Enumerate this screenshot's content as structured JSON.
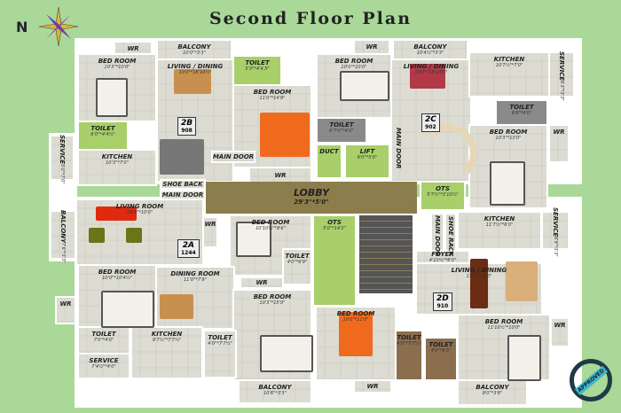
{
  "title": "Second Floor Plan",
  "compass": {
    "label": "N",
    "icon": "compass-rose-icon"
  },
  "lobby": {
    "name": "LOBBY",
    "size": "29'3\"*5'0\""
  },
  "units": [
    {
      "id": "2B",
      "area": "908"
    },
    {
      "id": "2C",
      "area": "902"
    },
    {
      "id": "2A",
      "area": "1244"
    },
    {
      "id": "2D",
      "area": "910"
    }
  ],
  "rooms": [
    {
      "name": "WR",
      "size": ""
    },
    {
      "name": "BED ROOM",
      "size": "10'3\"*10'0\""
    },
    {
      "name": "BALCONY",
      "size": "10'0\"*3'3\""
    },
    {
      "name": "LIVING / DINING",
      "size": "10'0\"*18'10½\""
    },
    {
      "name": "TOILET",
      "size": "5'3\"*4'4.5\""
    },
    {
      "name": "BED ROOM",
      "size": "11'0\"*14'9\""
    },
    {
      "name": "TOILET",
      "size": "6'0\"*4'4½\""
    },
    {
      "name": "KITCHEN",
      "size": "10'3\"*7'0\""
    },
    {
      "name": "WR",
      "size": ""
    },
    {
      "name": "SERVICE",
      "size": "5'0\"*7'0\""
    },
    {
      "name": "MAIN DOOR",
      "size": ""
    },
    {
      "name": "SHOE BACK",
      "size": ""
    },
    {
      "name": "MAIN DOOR",
      "size": ""
    },
    {
      "name": "WR",
      "size": ""
    },
    {
      "name": "BALCONY",
      "size": "10'4½\"*3'3\""
    },
    {
      "name": "BED ROOM",
      "size": "10'0\"*10'0\""
    },
    {
      "name": "TOILET",
      "size": "6'7½\"*4'0\""
    },
    {
      "name": "DUCT",
      "size": ""
    },
    {
      "name": "LIFT",
      "size": "6'0\"*5'0\""
    },
    {
      "name": "MAIN DOOR",
      "size": ""
    },
    {
      "name": "LIVING / DINING",
      "size": "10'0\"*18'10½\""
    },
    {
      "name": "KITCHEN",
      "size": "10'7½\"*7'0\""
    },
    {
      "name": "SERVICE",
      "size": "6'3\"*3'3\""
    },
    {
      "name": "TOILET",
      "size": "6'6\"*4'0\""
    },
    {
      "name": "BED ROOM",
      "size": "10'3\"*13'0\""
    },
    {
      "name": "WR",
      "size": ""
    },
    {
      "name": "OTS",
      "size": "5'7½\"*3'10½\""
    },
    {
      "name": "BALCONY",
      "size": "7'6\"*3'3\""
    },
    {
      "name": "LIVING ROOM",
      "size": "16'9\"*10'0\""
    },
    {
      "name": "WR",
      "size": ""
    },
    {
      "name": "BED ROOM",
      "size": "10'10½\"*9'6\""
    },
    {
      "name": "TOILET",
      "size": "4'0\"*6'9\""
    },
    {
      "name": "BED ROOM",
      "size": "10'0\"*10'4½\""
    },
    {
      "name": "DINING ROOM",
      "size": "11'0\"*7'9\""
    },
    {
      "name": "WR",
      "size": ""
    },
    {
      "name": "BED ROOM",
      "size": "10'3\"*15'0\""
    },
    {
      "name": "WR",
      "size": ""
    },
    {
      "name": "TOILET",
      "size": "7'0\"*4'0\""
    },
    {
      "name": "KITCHEN",
      "size": "9'7½\"*7'7½\""
    },
    {
      "name": "TOILET",
      "size": "4'0\"*7'7½\""
    },
    {
      "name": "SERVICE",
      "size": "7'4½\"*4'0\""
    },
    {
      "name": "BALCONY",
      "size": "10'6\"*3'3\""
    },
    {
      "name": "OTS",
      "size": "5'0\"*14'3\""
    },
    {
      "name": "MAIN DOOR",
      "size": ""
    },
    {
      "name": "SHOE RACK",
      "size": ""
    },
    {
      "name": "KITCHEN",
      "size": "11'7½\"*6'0\""
    },
    {
      "name": "SERVICE",
      "size": "6'9\"*3'3\""
    },
    {
      "name": "FOYER",
      "size": "4'10½\"*6'0\""
    },
    {
      "name": "LIVING / DINING",
      "size": "17'6\"*10'0\""
    },
    {
      "name": "BED ROOM",
      "size": "10'0\"*11'0\""
    },
    {
      "name": "TOILET",
      "size": "4'0\"*7'7½\""
    },
    {
      "name": "TOILET",
      "size": "4'0\"*6'3\""
    },
    {
      "name": "BED ROOM",
      "size": "11'10½\"*10'0\""
    },
    {
      "name": "WR",
      "size": ""
    },
    {
      "name": "WR",
      "size": ""
    },
    {
      "name": "BALCONY",
      "size": "9'0\"*3'6\""
    }
  ],
  "stamp": {
    "text": "APPROVED",
    "icon": "approval-stamp-icon"
  },
  "colors": {
    "background": "#a9d898",
    "floor": "#dcdcd3",
    "green_room": "#a8cf6a",
    "dark_toilet": "#8a8a8a",
    "brown_toilet": "#8b6e4e",
    "lobby": "#8c7d4c"
  }
}
